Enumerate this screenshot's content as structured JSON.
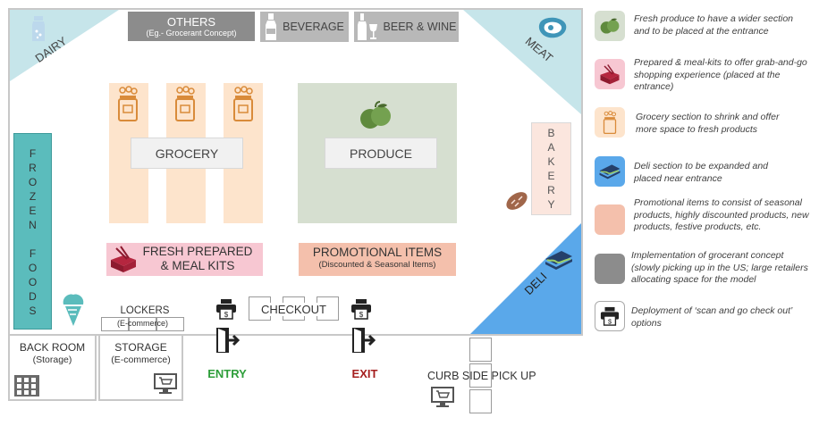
{
  "store": {
    "others": {
      "title": "OTHERS",
      "subtitle": "(Eg.- Grocerant Concept)"
    },
    "beverage": "BEVERAGE",
    "beer_wine": "BEER & WINE",
    "dairy": "DAIRY",
    "meat": "MEAT",
    "grocery": "GROCERY",
    "produce": "PRODUCE",
    "bakery": "BAKERY",
    "bakery_letters": [
      "B",
      "A",
      "K",
      "E",
      "R",
      "Y"
    ],
    "frozen_letters": [
      "F",
      "R",
      "O",
      "Z",
      "E",
      "N",
      "",
      "F",
      "O",
      "O",
      "D",
      "S"
    ],
    "fresh_prepared": {
      "line1": "FRESH PREPARED",
      "line2": "& MEAL KITS"
    },
    "promotional": {
      "title": "PROMOTIONAL ITEMS",
      "subtitle": "(Discounted & Seasonal Items)"
    },
    "deli": "DELI",
    "lockers": {
      "title": "LOCKERS",
      "subtitle": "(E-commerce)"
    },
    "checkout": "CHECKOUT"
  },
  "outside": {
    "back_room": {
      "title": "BACK ROOM",
      "subtitle": "(Storage)"
    },
    "storage": {
      "title": "STORAGE",
      "subtitle": "(E-commerce)"
    },
    "entry": "ENTRY",
    "exit": "EXIT",
    "curbside": "CURB SIDE PICK UP"
  },
  "legend": [
    {
      "icon": "produce-apple-icon",
      "text": "Fresh produce to have a wider section and to be placed at the entrance"
    },
    {
      "icon": "meal-kit-icon",
      "text": "Prepared & meal-kits to offer grab-and-go shopping experience (placed at the entrance)"
    },
    {
      "icon": "grocery-jar-icon",
      "text": "Grocery section to shrink and offer more space to fresh products"
    },
    {
      "icon": "sandwich-icon",
      "text": "Deli section to be expanded and placed near entrance"
    },
    {
      "icon": "promo-swatch-icon",
      "text": "Promotional items to consist of seasonal products, highly discounted products, new products, festive products, etc."
    },
    {
      "icon": "grocerant-swatch-icon",
      "text": "Implementation of grocerant concept (slowly picking up in the US; large retailers allocating space for the model"
    },
    {
      "icon": "scan-checkout-icon",
      "text": "Deployment of ‘scan and go check out’ options"
    }
  ],
  "colors": {
    "produce": "#d6dfd0",
    "grocery": "#fde4cc",
    "meal_kit": "#f7c7d2",
    "promo": "#f4c0ac",
    "deli": "#5aa8ea",
    "dairy_meat": "#c6e5ea",
    "frozen": "#5bbcbc",
    "grocerant": "#8c8c8c",
    "entry": "#2e9e3a",
    "exit": "#a51f1f"
  }
}
